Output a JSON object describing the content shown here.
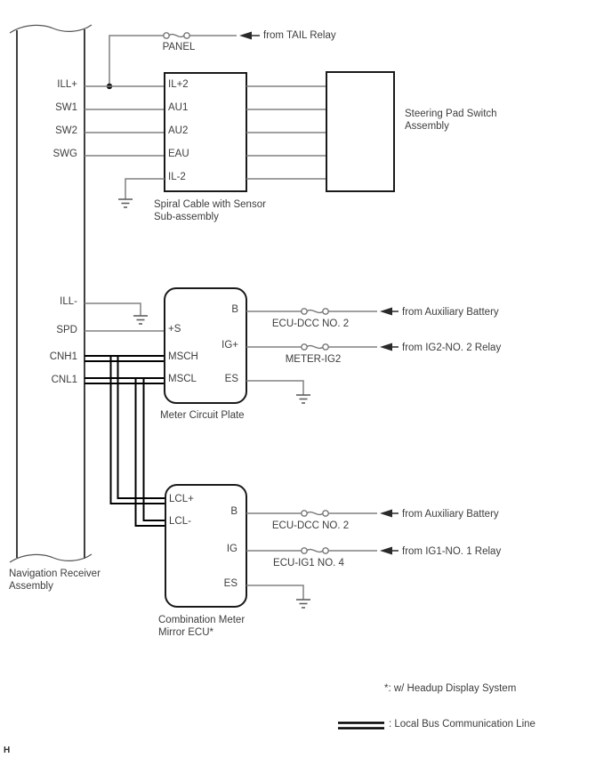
{
  "colors": {
    "background": "#ffffff",
    "wire": "#808080",
    "box_outline": "#1a1a1a",
    "local_bus_line": "#000000",
    "text": "#3d3d3d"
  },
  "navigation_receiver": {
    "label_line1": "Navigation Receiver",
    "label_line2": "Assembly",
    "pins": {
      "ill_plus": "ILL+",
      "sw1": "SW1",
      "sw2": "SW2",
      "swg": "SWG",
      "ill_minus": "ILL-",
      "spd": "SPD",
      "cnh1": "CNH1",
      "cnl1": "CNL1"
    }
  },
  "tail_relay_circuit": {
    "fuse_label": "PANEL",
    "source_label": "from TAIL Relay"
  },
  "spiral_cable": {
    "label_line1": "Spiral Cable with Sensor",
    "label_line2": "Sub-assembly",
    "pins": {
      "il_plus2": "IL+2",
      "au1": "AU1",
      "au2": "AU2",
      "eau": "EAU",
      "il_minus2": "IL-2"
    }
  },
  "steering_pad_switch": {
    "label_line1": "Steering Pad Switch",
    "label_line2": "Assembly"
  },
  "meter_circuit_plate": {
    "label": "Meter Circuit Plate",
    "pins": {
      "plus_s": "+S",
      "msch": "MSCH",
      "mscl": "MSCL",
      "b": "B",
      "ig_plus": "IG+",
      "es": "ES"
    },
    "b_fuse": "ECU-DCC NO. 2",
    "b_source": "from Auxiliary Battery",
    "ig_fuse": "METER-IG2",
    "ig_source": "from IG2-NO. 2 Relay"
  },
  "combination_meter": {
    "label_line1": "Combination Meter",
    "label_line2": "Mirror ECU*",
    "pins": {
      "lcl_plus": "LCL+",
      "lcl_minus": "LCL-",
      "b": "B",
      "ig": "IG",
      "es": "ES"
    },
    "b_fuse": "ECU-DCC NO. 2",
    "b_source": "from Auxiliary Battery",
    "ig_fuse": "ECU-IG1 NO. 4",
    "ig_source": "from IG1-NO. 1 Relay"
  },
  "footnotes": {
    "headup": "*: w/ Headup Display System",
    "local_bus_legend": ": Local Bus Communication Line"
  },
  "page_marker": "H"
}
